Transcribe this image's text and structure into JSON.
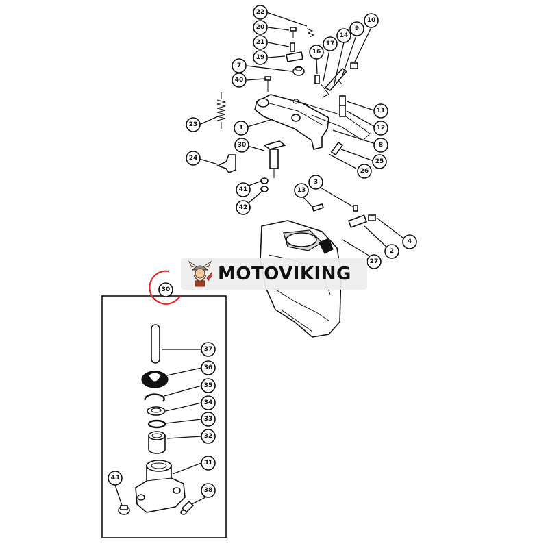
{
  "brand": {
    "name": "MOTOVIKING",
    "logo_icon": "viking-mascot-icon"
  },
  "colors": {
    "ink": "#111111",
    "highlight_ring": "#d62c2c",
    "watermark_bg": "#eeeeee"
  },
  "callouts": {
    "c1": "1",
    "c2": "2",
    "c3": "3",
    "c4": "4",
    "c7": "7",
    "c8": "8",
    "c9": "9",
    "c10": "10",
    "c11": "11",
    "c12": "12",
    "c13": "13",
    "c14": "14",
    "c16": "16",
    "c17": "17",
    "c19": "19",
    "c20": "20",
    "c21": "21",
    "c22": "22",
    "c23": "23",
    "c24": "24",
    "c25": "25",
    "c26": "26",
    "c27": "27",
    "c30a": "30",
    "c40": "40",
    "c41": "41",
    "c42": "42",
    "c30b": "30",
    "c31": "31",
    "c32": "32",
    "c33": "33",
    "c34": "34",
    "c35": "35",
    "c36": "36",
    "c37": "37",
    "c38": "38",
    "c43": "43"
  }
}
